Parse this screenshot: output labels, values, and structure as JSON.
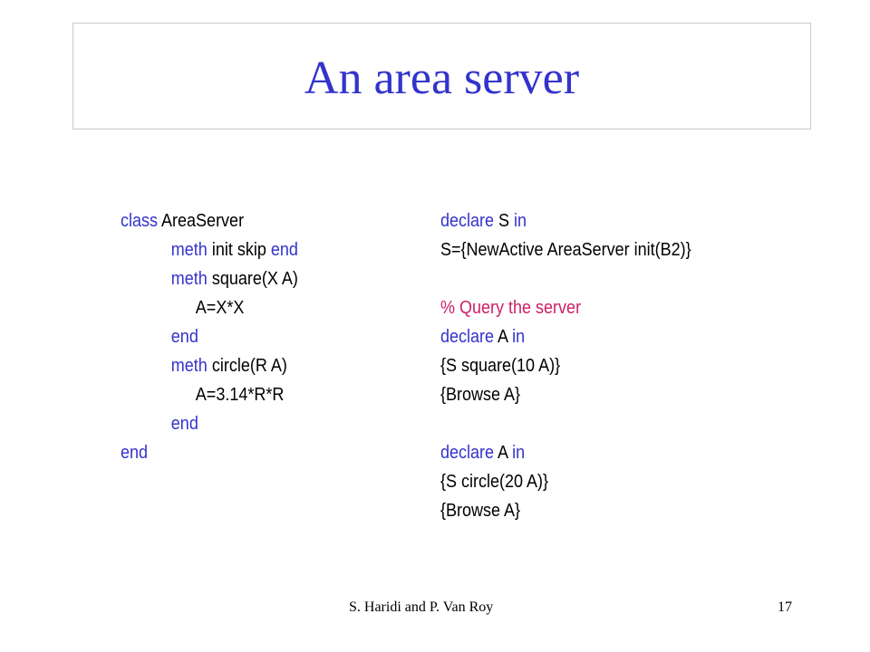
{
  "slide": {
    "title": "An area server",
    "left_code": [
      {
        "indent": 0,
        "parts": [
          {
            "t": "class",
            "k": "kw"
          },
          {
            "t": " AreaServer",
            "k": ""
          }
        ]
      },
      {
        "indent": 62,
        "parts": [
          {
            "t": "meth",
            "k": "kw"
          },
          {
            "t": " init skip ",
            "k": ""
          },
          {
            "t": "end",
            "k": "kw"
          }
        ]
      },
      {
        "indent": 62,
        "parts": [
          {
            "t": "meth",
            "k": "kw"
          },
          {
            "t": " square(X A)",
            "k": ""
          }
        ]
      },
      {
        "indent": 92,
        "parts": [
          {
            "t": "A=X*X",
            "k": ""
          }
        ]
      },
      {
        "indent": 62,
        "parts": [
          {
            "t": "end",
            "k": "kw"
          }
        ]
      },
      {
        "indent": 62,
        "parts": [
          {
            "t": "meth",
            "k": "kw"
          },
          {
            "t": " circle(R A)",
            "k": ""
          }
        ]
      },
      {
        "indent": 92,
        "parts": [
          {
            "t": "A=3.14*R*R",
            "k": ""
          }
        ]
      },
      {
        "indent": 62,
        "parts": [
          {
            "t": "end",
            "k": "kw"
          }
        ]
      },
      {
        "indent": 0,
        "parts": [
          {
            "t": "end",
            "k": "kw"
          }
        ]
      }
    ],
    "right_code": [
      {
        "parts": [
          {
            "t": "declare",
            "k": "kw"
          },
          {
            "t": " S ",
            "k": ""
          },
          {
            "t": "in",
            "k": "kw"
          }
        ]
      },
      {
        "parts": [
          {
            "t": "S={NewActive AreaServer init(B2)}",
            "k": ""
          }
        ]
      },
      {
        "parts": []
      },
      {
        "parts": [
          {
            "t": "% Query the server",
            "k": "cm"
          }
        ]
      },
      {
        "parts": [
          {
            "t": "declare",
            "k": "kw"
          },
          {
            "t": " A ",
            "k": ""
          },
          {
            "t": "in",
            "k": "kw"
          }
        ]
      },
      {
        "parts": [
          {
            "t": "{S square(10 A)}",
            "k": ""
          }
        ]
      },
      {
        "parts": [
          {
            "t": "{Browse A}",
            "k": ""
          }
        ]
      },
      {
        "parts": []
      },
      {
        "parts": [
          {
            "t": "declare",
            "k": "kw"
          },
          {
            "t": " A ",
            "k": ""
          },
          {
            "t": "in",
            "k": "kw"
          }
        ]
      },
      {
        "parts": [
          {
            "t": "{S circle(20 A)}",
            "k": ""
          }
        ]
      },
      {
        "parts": [
          {
            "t": "{Browse A}",
            "k": ""
          }
        ]
      }
    ],
    "footer_authors": "S. Haridi and P. Van Roy",
    "page_number": "17",
    "colors": {
      "title": "#3333cc",
      "keyword": "#3333cc",
      "comment": "#cc1f66",
      "text": "#000000"
    }
  }
}
